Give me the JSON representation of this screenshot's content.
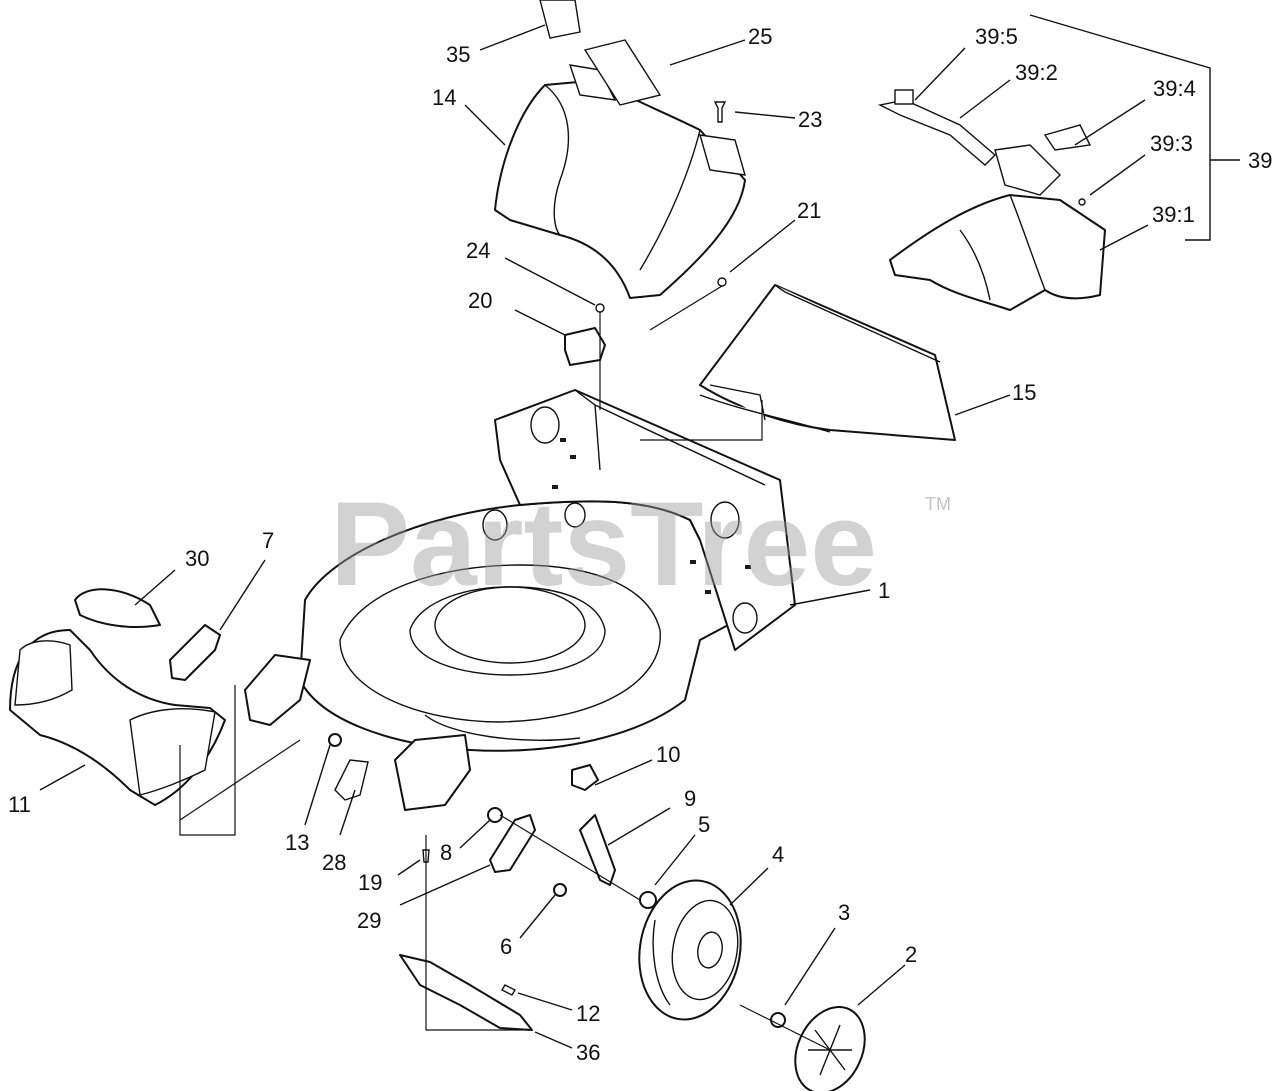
{
  "watermark": {
    "text": "PartsTree",
    "trademark": "TM"
  },
  "callouts": {
    "c1": "1",
    "c2": "2",
    "c3": "3",
    "c4": "4",
    "c5": "5",
    "c6": "6",
    "c7": "7",
    "c8": "8",
    "c9": "9",
    "c10": "10",
    "c11": "11",
    "c12": "12",
    "c13": "13",
    "c14": "14",
    "c15": "15",
    "c19": "19",
    "c20": "20",
    "c21": "21",
    "c23": "23",
    "c24": "24",
    "c25": "25",
    "c28": "28",
    "c29": "29",
    "c30": "30",
    "c35": "35",
    "c36": "36",
    "c39": "39",
    "c39_1": "39:1",
    "c39_2": "39:2",
    "c39_3": "39:3",
    "c39_4": "39:4",
    "c39_5": "39:5"
  },
  "colors": {
    "line": "#111111",
    "watermark": "#9c9c9c",
    "background": "#ffffff"
  }
}
